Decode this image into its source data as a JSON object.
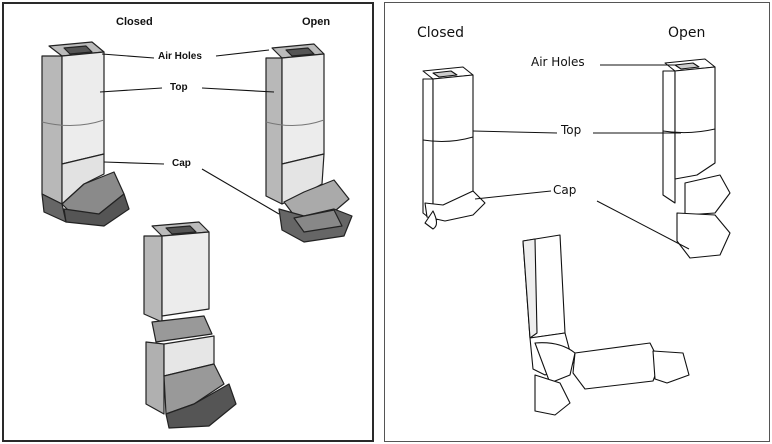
{
  "left_panel": {
    "closed_label": "Closed",
    "open_label": "Open",
    "air_holes_label": "Air Holes",
    "top_label": "Top",
    "cap_label": "Cap"
  },
  "right_panel": {
    "closed_label": "Closed",
    "open_label": "Open",
    "air_holes_label": "Air Holes",
    "top_label": "Top",
    "cap_label": "Cap"
  }
}
